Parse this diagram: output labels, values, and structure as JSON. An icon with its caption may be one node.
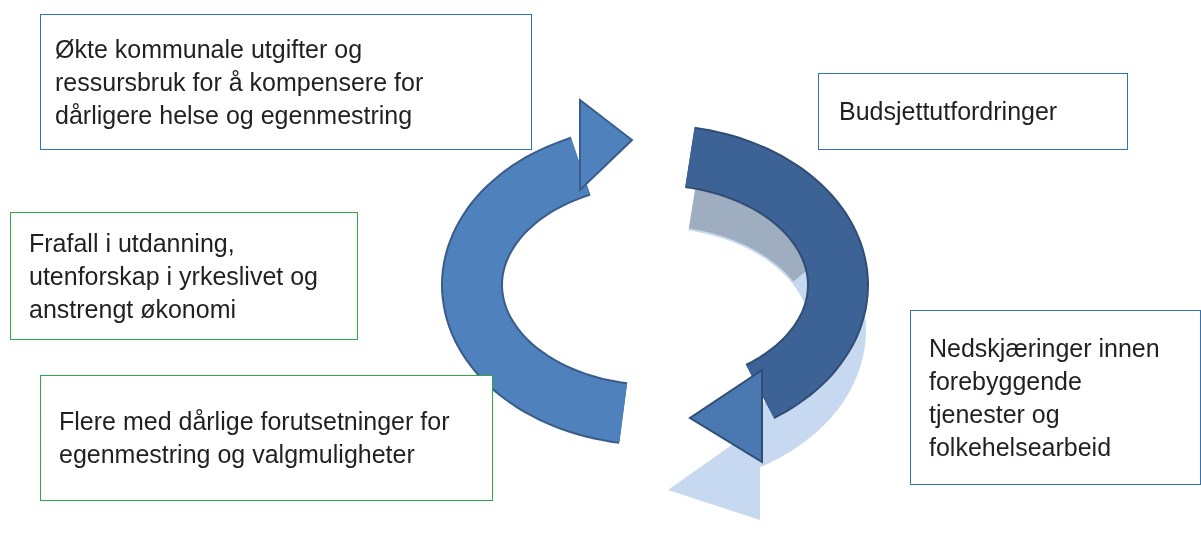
{
  "diagram": {
    "nodes": [
      {
        "text": [
          "Økte kommunale utgifter og ressursbruk for å kompensere for dårligere helse og egenmestring"
        ]
      },
      {
        "text": [
          "Budsjettutfordringer"
        ]
      },
      {
        "text": [
          "Frafall i utdanning, utenforskap i yrkeslivet og anstrengt økonomi"
        ]
      },
      {
        "text": [
          "Flere med dårlige forutsetninger for egenmestring og valgmuligheter"
        ]
      },
      {
        "text": [
          "Nedskjæringer innen forebyggende tjenester og folkehelsearbeid"
        ]
      }
    ]
  }
}
